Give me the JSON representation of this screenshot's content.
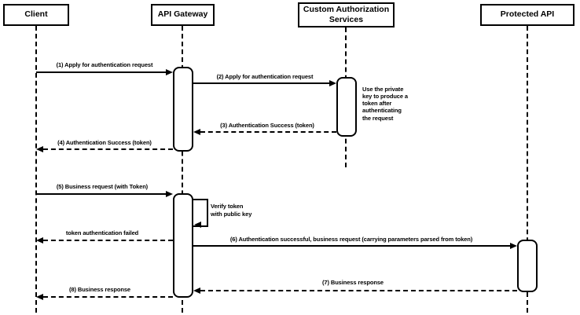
{
  "diagram": {
    "type": "uml-sequence",
    "background": "#ffffff",
    "stroke_color": "#000000",
    "actors": [
      {
        "label": "Client"
      },
      {
        "label": "API Gateway"
      },
      {
        "label": "Custom Authorization\nServices"
      },
      {
        "label": "Protected API"
      }
    ],
    "messages": [
      {
        "label": "(1) Apply for authentication request",
        "from": "Client",
        "to": "API Gateway",
        "line": "solid"
      },
      {
        "label": "(2) Apply for authentication request",
        "from": "API Gateway",
        "to": "Custom Authorization Services",
        "line": "solid"
      },
      {
        "label": "(3) Authentication Success (token)",
        "from": "Custom Authorization Services",
        "to": "API Gateway",
        "line": "dashed"
      },
      {
        "label": "(4) Authentication Success (token)",
        "from": "API Gateway",
        "to": "Client",
        "line": "dashed"
      },
      {
        "label": "(5) Business request (with Token)",
        "from": "Client",
        "to": "API Gateway",
        "line": "solid"
      },
      {
        "label": "Verify token\nwith public key",
        "from": "API Gateway",
        "to": "API Gateway",
        "line": "self"
      },
      {
        "label": "token authentication failed",
        "from": "API Gateway",
        "to": "Client",
        "line": "dashed"
      },
      {
        "label": "(6) Authentication successful, business request (carrying parameters parsed from token)",
        "from": "API Gateway",
        "to": "Protected API",
        "line": "solid"
      },
      {
        "label": "(7) Business response",
        "from": "Protected API",
        "to": "API Gateway",
        "line": "dashed"
      },
      {
        "label": "(8) Business response",
        "from": "API Gateway",
        "to": "Client",
        "line": "dashed"
      }
    ],
    "note": {
      "text": "Use the private\nkey to produce a\ntoken after\nauthenticating\nthe request",
      "attached_to": "Custom Authorization Services"
    }
  }
}
